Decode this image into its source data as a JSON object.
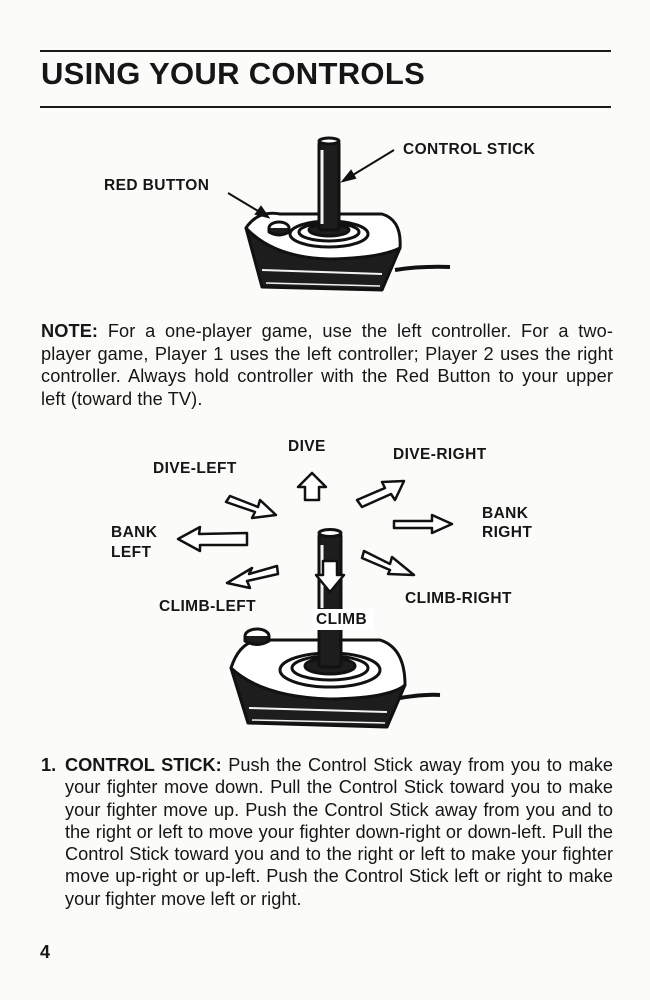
{
  "page": {
    "title": "USING YOUR CONTROLS",
    "number": "4"
  },
  "figure1": {
    "labels": {
      "control_stick": "CONTROL STICK",
      "red_button": "RED BUTTON"
    }
  },
  "note": {
    "heading": "NOTE:",
    "text": "For a one-player game, use the left controller. For a two-player game, Player 1 uses the left controller; Player 2 uses the right controller. Always hold controller with the Red Button to your upper left (toward the TV)."
  },
  "figure2": {
    "directions": {
      "dive": "DIVE",
      "dive_left": "DIVE-LEFT",
      "dive_right": "DIVE-RIGHT",
      "bank_left_1": "BANK",
      "bank_left_2": "LEFT",
      "bank_right_1": "BANK",
      "bank_right_2": "RIGHT",
      "climb_left": "CLIMB-LEFT",
      "climb_right": "CLIMB-RIGHT",
      "climb": "CLIMB"
    }
  },
  "instructions": [
    {
      "number": "1.",
      "heading": "CONTROL STICK:",
      "text": "Push the Control Stick away from you to make your fighter move down. Pull the Control Stick toward you to make your fighter move up. Push the Control Stick away from you and to the right or left to move your fighter down-right or down-left. Pull the Control Stick toward you and to the right or left to make your fighter move up-right or up-left. Push the Control Stick left or right to make your fighter move left or right."
    }
  ]
}
